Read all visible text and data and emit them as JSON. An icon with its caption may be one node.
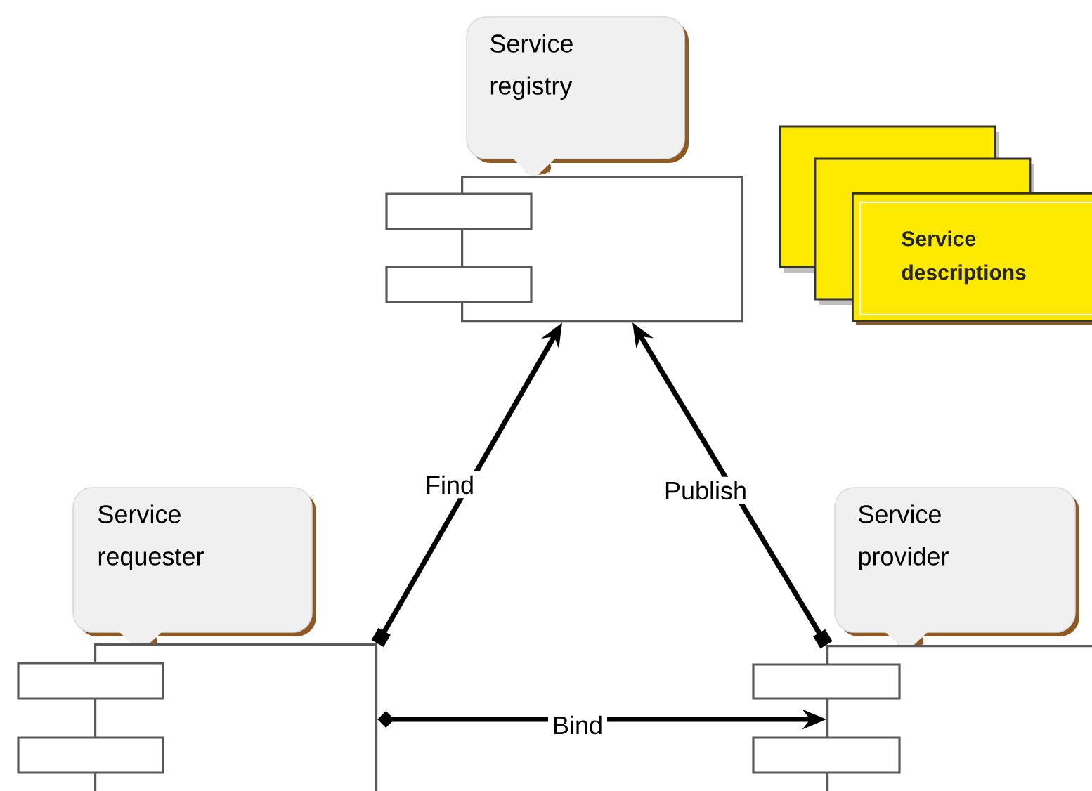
{
  "diagram": {
    "nodes": [
      {
        "text": [
          "Service registry"
        ]
      },
      {
        "text": [],
        "shape": "box"
      },
      {
        "text": [
          "Service descriptions"
        ]
      },
      {
        "text": [
          "Service requester"
        ]
      },
      {
        "text": [],
        "shape": "box"
      },
      {
        "text": [
          "Service provider"
        ]
      },
      {
        "text": [],
        "shape": "box"
      }
    ],
    "edges": [
      {
        "from": 4,
        "to": 1,
        "arrow": "to",
        "label": "Find"
      },
      {
        "from": 6,
        "to": 1,
        "arrow": "to",
        "label": "Publish"
      },
      {
        "from": 4,
        "to": 6,
        "arrow": "to",
        "label": "Bind"
      }
    ]
  }
}
